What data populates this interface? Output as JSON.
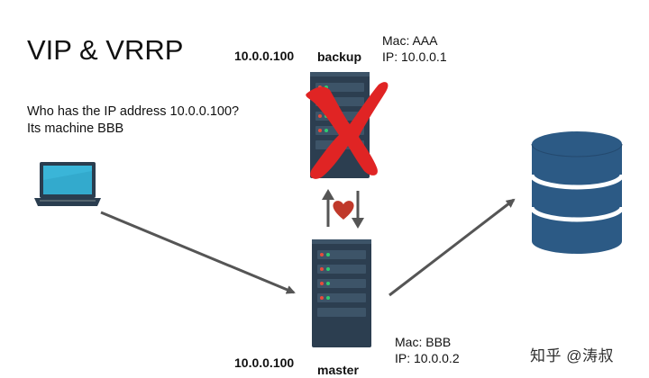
{
  "title": "VIP & VRRP",
  "question": {
    "line1": "Who has the IP address 10.0.0.100?",
    "line2": "Its machine BBB"
  },
  "backup": {
    "vip": "10.0.0.100",
    "label": "backup",
    "mac": "Mac: AAA",
    "ip": "IP: 10.0.0.1",
    "status": "failed"
  },
  "master": {
    "vip": "10.0.0.100",
    "label": "master",
    "mac": "Mac: BBB",
    "ip": "IP: 10.0.0.2"
  },
  "watermark": "知乎 @涛叔",
  "icons": [
    "laptop-icon",
    "server-icon",
    "cross-icon",
    "heart-icon",
    "database-icon",
    "arrow-icon"
  ],
  "colors": {
    "server": "#2c3e50",
    "cross": "#e02424",
    "heart": "#c0392b",
    "database": "#2c5a85",
    "arrow": "#555555",
    "laptop_screen": "#3ab5d8"
  }
}
